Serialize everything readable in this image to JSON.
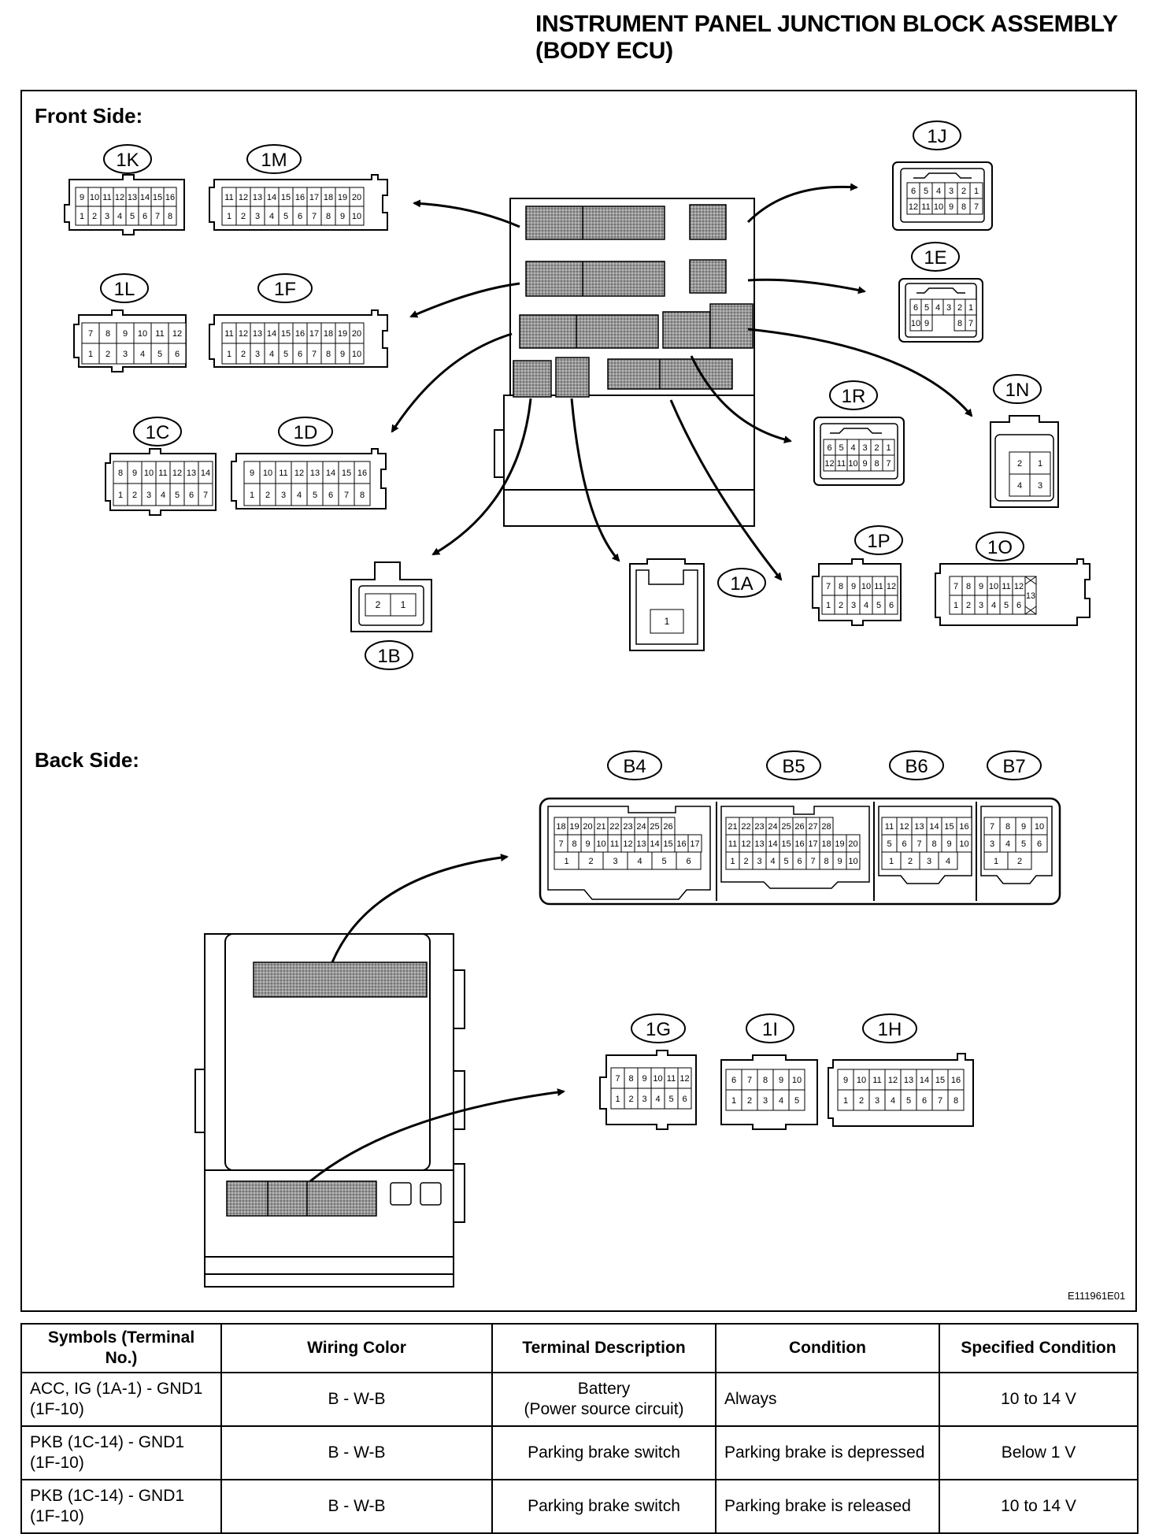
{
  "title_line1": "INSTRUMENT PANEL JUNCTION BLOCK ASSEMBLY",
  "title_line2": "(BODY ECU)",
  "front_label": "Front Side:",
  "back_label": "Back Side:",
  "figure_id": "E111961E01",
  "connectors": {
    "c1K": {
      "label": "1K",
      "pins_top": [
        "9",
        "10",
        "11",
        "12",
        "13",
        "14",
        "15",
        "16"
      ],
      "pins_bottom": [
        "1",
        "2",
        "3",
        "4",
        "5",
        "6",
        "7",
        "8"
      ]
    },
    "c1M": {
      "label": "1M",
      "pins_top": [
        "11",
        "12",
        "13",
        "14",
        "15",
        "16",
        "17",
        "18",
        "19",
        "20"
      ],
      "pins_bottom": [
        "1",
        "2",
        "3",
        "4",
        "5",
        "6",
        "7",
        "8",
        "9",
        "10"
      ]
    },
    "c1L": {
      "label": "1L",
      "pins_top": [
        "7",
        "8",
        "9",
        "10",
        "11",
        "12"
      ],
      "pins_bottom": [
        "1",
        "2",
        "3",
        "4",
        "5",
        "6"
      ]
    },
    "c1F": {
      "label": "1F",
      "pins_top": [
        "11",
        "12",
        "13",
        "14",
        "15",
        "16",
        "17",
        "18",
        "19",
        "20"
      ],
      "pins_bottom": [
        "1",
        "2",
        "3",
        "4",
        "5",
        "6",
        "7",
        "8",
        "9",
        "10"
      ]
    },
    "c1C": {
      "label": "1C",
      "pins_top": [
        "8",
        "9",
        "10",
        "11",
        "12",
        "13",
        "14"
      ],
      "pins_bottom": [
        "1",
        "2",
        "3",
        "4",
        "5",
        "6",
        "7"
      ]
    },
    "c1D": {
      "label": "1D",
      "pins_top": [
        "9",
        "10",
        "11",
        "12",
        "13",
        "14",
        "15",
        "16"
      ],
      "pins_bottom": [
        "1",
        "2",
        "3",
        "4",
        "5",
        "6",
        "7",
        "8"
      ]
    },
    "c1J": {
      "label": "1J",
      "pins_top": [
        "6",
        "5",
        "4",
        "3",
        "2",
        "1"
      ],
      "pins_bottom": [
        "12",
        "11",
        "10",
        "9",
        "8",
        "7"
      ]
    },
    "c1E": {
      "label": "1E",
      "pins_top": [
        "6",
        "5",
        "4",
        "3",
        "2",
        "1"
      ],
      "pins_bottom": [
        "10",
        "9",
        "8",
        "7"
      ]
    },
    "c1R": {
      "label": "1R",
      "pins_top": [
        "6",
        "5",
        "4",
        "3",
        "2",
        "1"
      ],
      "pins_bottom": [
        "12",
        "11",
        "10",
        "9",
        "8",
        "7"
      ]
    },
    "c1N": {
      "label": "1N",
      "pins_top": [
        "2",
        "1"
      ],
      "pins_bottom": [
        "4",
        "3"
      ]
    },
    "c1B": {
      "label": "1B",
      "pins": [
        "2",
        "1"
      ]
    },
    "c1A": {
      "label": "1A",
      "pins": [
        "1"
      ]
    },
    "c1P": {
      "label": "1P",
      "pins_top": [
        "7",
        "8",
        "9",
        "10",
        "11",
        "12"
      ],
      "pins_bottom": [
        "1",
        "2",
        "3",
        "4",
        "5",
        "6"
      ]
    },
    "c1O": {
      "label": "1O",
      "pins_top": [
        "7",
        "8",
        "9",
        "10",
        "11",
        "12"
      ],
      "pins_bottom": [
        "1",
        "2",
        "3",
        "4",
        "5",
        "6"
      ],
      "pin_side": "13"
    },
    "cB4": {
      "label": "B4",
      "row1": [
        "18",
        "19",
        "20",
        "21",
        "22",
        "23",
        "24",
        "25",
        "26"
      ],
      "row2": [
        "7",
        "8",
        "9",
        "10",
        "11",
        "12",
        "13",
        "14",
        "15",
        "16",
        "17"
      ],
      "row3": [
        "1",
        "2",
        "3",
        "4",
        "5",
        "6"
      ]
    },
    "cB5": {
      "label": "B5",
      "row1": [
        "21",
        "22",
        "23",
        "24",
        "25",
        "26",
        "27",
        "28"
      ],
      "row2": [
        "11",
        "12",
        "13",
        "14",
        "15",
        "16",
        "17",
        "18",
        "19",
        "20"
      ],
      "row3": [
        "1",
        "2",
        "3",
        "4",
        "5",
        "6",
        "7",
        "8",
        "9",
        "10"
      ]
    },
    "cB6": {
      "label": "B6",
      "row1": [
        "11",
        "12",
        "13",
        "14",
        "15",
        "16"
      ],
      "row2": [
        "5",
        "6",
        "7",
        "8",
        "9",
        "10"
      ],
      "row3": [
        "1",
        "2",
        "3",
        "4"
      ]
    },
    "cB7": {
      "label": "B7",
      "row1": [
        "7",
        "8",
        "9",
        "10"
      ],
      "row2": [
        "3",
        "4",
        "5",
        "6"
      ],
      "row3": [
        "1",
        "2"
      ]
    },
    "c1G": {
      "label": "1G",
      "pins_top": [
        "7",
        "8",
        "9",
        "10",
        "11",
        "12"
      ],
      "pins_bottom": [
        "1",
        "2",
        "3",
        "4",
        "5",
        "6"
      ]
    },
    "c1I": {
      "label": "1I",
      "pins_top": [
        "6",
        "7",
        "8",
        "9",
        "10"
      ],
      "pins_bottom": [
        "1",
        "2",
        "3",
        "4",
        "5"
      ]
    },
    "c1H": {
      "label": "1H",
      "pins_top": [
        "9",
        "10",
        "11",
        "12",
        "13",
        "14",
        "15",
        "16"
      ],
      "pins_bottom": [
        "1",
        "2",
        "3",
        "4",
        "5",
        "6",
        "7",
        "8"
      ]
    }
  },
  "table": {
    "headers": [
      "Symbols (Terminal No.)",
      "Wiring Color",
      "Terminal Description",
      "Condition",
      "Specified Condition"
    ],
    "rows": [
      {
        "symbols": "ACC, IG (1A-1) - GND1 (1F-10)",
        "wiring": "B - W-B",
        "desc_line1": "Battery",
        "desc_line2": "(Power source circuit)",
        "condition": "Always",
        "spec": "10 to 14 V"
      },
      {
        "symbols": "PKB (1C-14) - GND1 (1F-10)",
        "wiring": "B - W-B",
        "desc_line1": "Parking brake switch",
        "desc_line2": "",
        "condition": "Parking brake is depressed",
        "spec": "Below 1 V"
      },
      {
        "symbols": "PKB (1C-14) - GND1 (1F-10)",
        "wiring": "B - W-B",
        "desc_line1": "Parking brake switch",
        "desc_line2": "",
        "condition": "Parking brake is released",
        "spec": "10 to 14 V"
      }
    ]
  }
}
